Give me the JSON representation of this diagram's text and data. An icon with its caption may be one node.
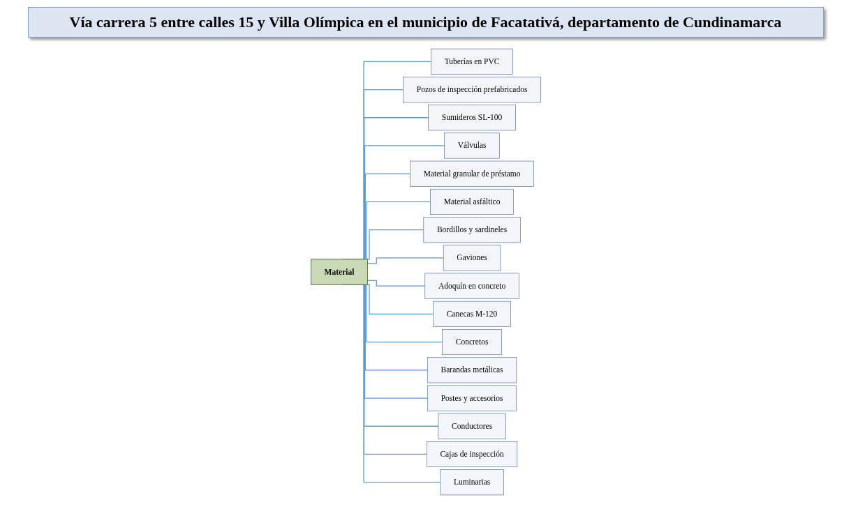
{
  "diagram": {
    "title": "Vía carrera 5 entre calles 15 y Villa Olímpica en el municipio de Facatativá, departamento de Cundinamarca",
    "nodes": [
      {
        "text": [
          "Material"
        ]
      },
      {
        "text": [
          "Tuberías en PVC"
        ]
      },
      {
        "text": [
          "Pozos de inspección prefabricados"
        ]
      },
      {
        "text": [
          "Sumideros SL-100"
        ]
      },
      {
        "text": [
          "Válvulas"
        ]
      },
      {
        "text": [
          "Material granular de préstamo"
        ]
      },
      {
        "text": [
          "Material asfáltico"
        ]
      },
      {
        "text": [
          "Bordillos y sardineles"
        ]
      },
      {
        "text": [
          "Gaviones"
        ]
      },
      {
        "text": [
          "Adoquín en concreto"
        ]
      },
      {
        "text": [
          "Canecas M-120"
        ]
      },
      {
        "text": [
          "Concretos"
        ]
      },
      {
        "text": [
          "Barandas metálicas"
        ]
      },
      {
        "text": [
          "Postes y accesorios"
        ]
      },
      {
        "text": [
          "Conductores"
        ]
      },
      {
        "text": [
          "Cajas de inspección"
        ]
      },
      {
        "text": [
          "Luminarias"
        ]
      }
    ],
    "edges": [
      {
        "from": 0,
        "to": 1,
        "arrow": "none"
      },
      {
        "from": 0,
        "to": 2,
        "arrow": "none"
      },
      {
        "from": 0,
        "to": 3,
        "arrow": "none"
      },
      {
        "from": 0,
        "to": 4,
        "arrow": "none"
      },
      {
        "from": 0,
        "to": 5,
        "arrow": "none"
      },
      {
        "from": 0,
        "to": 6,
        "arrow": "none"
      },
      {
        "from": 0,
        "to": 7,
        "arrow": "none"
      },
      {
        "from": 0,
        "to": 8,
        "arrow": "none"
      },
      {
        "from": 0,
        "to": 9,
        "arrow": "none"
      },
      {
        "from": 0,
        "to": 10,
        "arrow": "none"
      },
      {
        "from": 0,
        "to": 11,
        "arrow": "none"
      },
      {
        "from": 0,
        "to": 12,
        "arrow": "none"
      },
      {
        "from": 0,
        "to": 13,
        "arrow": "none"
      },
      {
        "from": 0,
        "to": 14,
        "arrow": "none"
      },
      {
        "from": 0,
        "to": 15,
        "arrow": "none"
      },
      {
        "from": 0,
        "to": 16,
        "arrow": "none"
      }
    ]
  }
}
